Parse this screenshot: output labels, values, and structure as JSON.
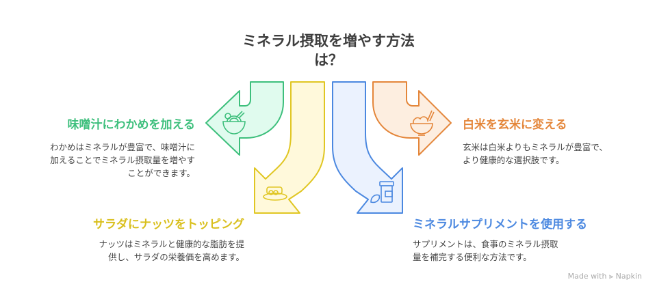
{
  "title": [
    "ミネラル摂取を増やす方法",
    "は？"
  ],
  "items": [
    {
      "label": "味噌汁にわかめを加える",
      "desc": [
        "わかめはミネラルが豊富で、味噌汁に",
        "加えることでミネラル摂取量を増やす",
        "ことができます。"
      ],
      "icon": "noodle-bowl-icon",
      "color": "#3dbf7c"
    },
    {
      "label": "サラダにナッツをトッピング",
      "desc": [
        "ナッツはミネラルと健康的な脂肪を提",
        "供し、サラダの栄養価を高めます。"
      ],
      "icon": "snack-plate-icon",
      "color": "#d9bf1c"
    },
    {
      "label": "ミネラルサプリメントを使用する",
      "desc": [
        "サプリメントは、食事のミネラル摂取",
        "量を補完する便利な方法です。"
      ],
      "icon": "supplement-jar-icon",
      "color": "#4b88e0"
    },
    {
      "label": "白米を玄米に変える",
      "desc": [
        "玄米は白米よりもミネラルが豊富で、",
        "より健康的な選択肢です。"
      ],
      "icon": "rice-bowl-icon",
      "color": "#e4863a"
    }
  ],
  "footer": "Made with ⫸ Napkin"
}
